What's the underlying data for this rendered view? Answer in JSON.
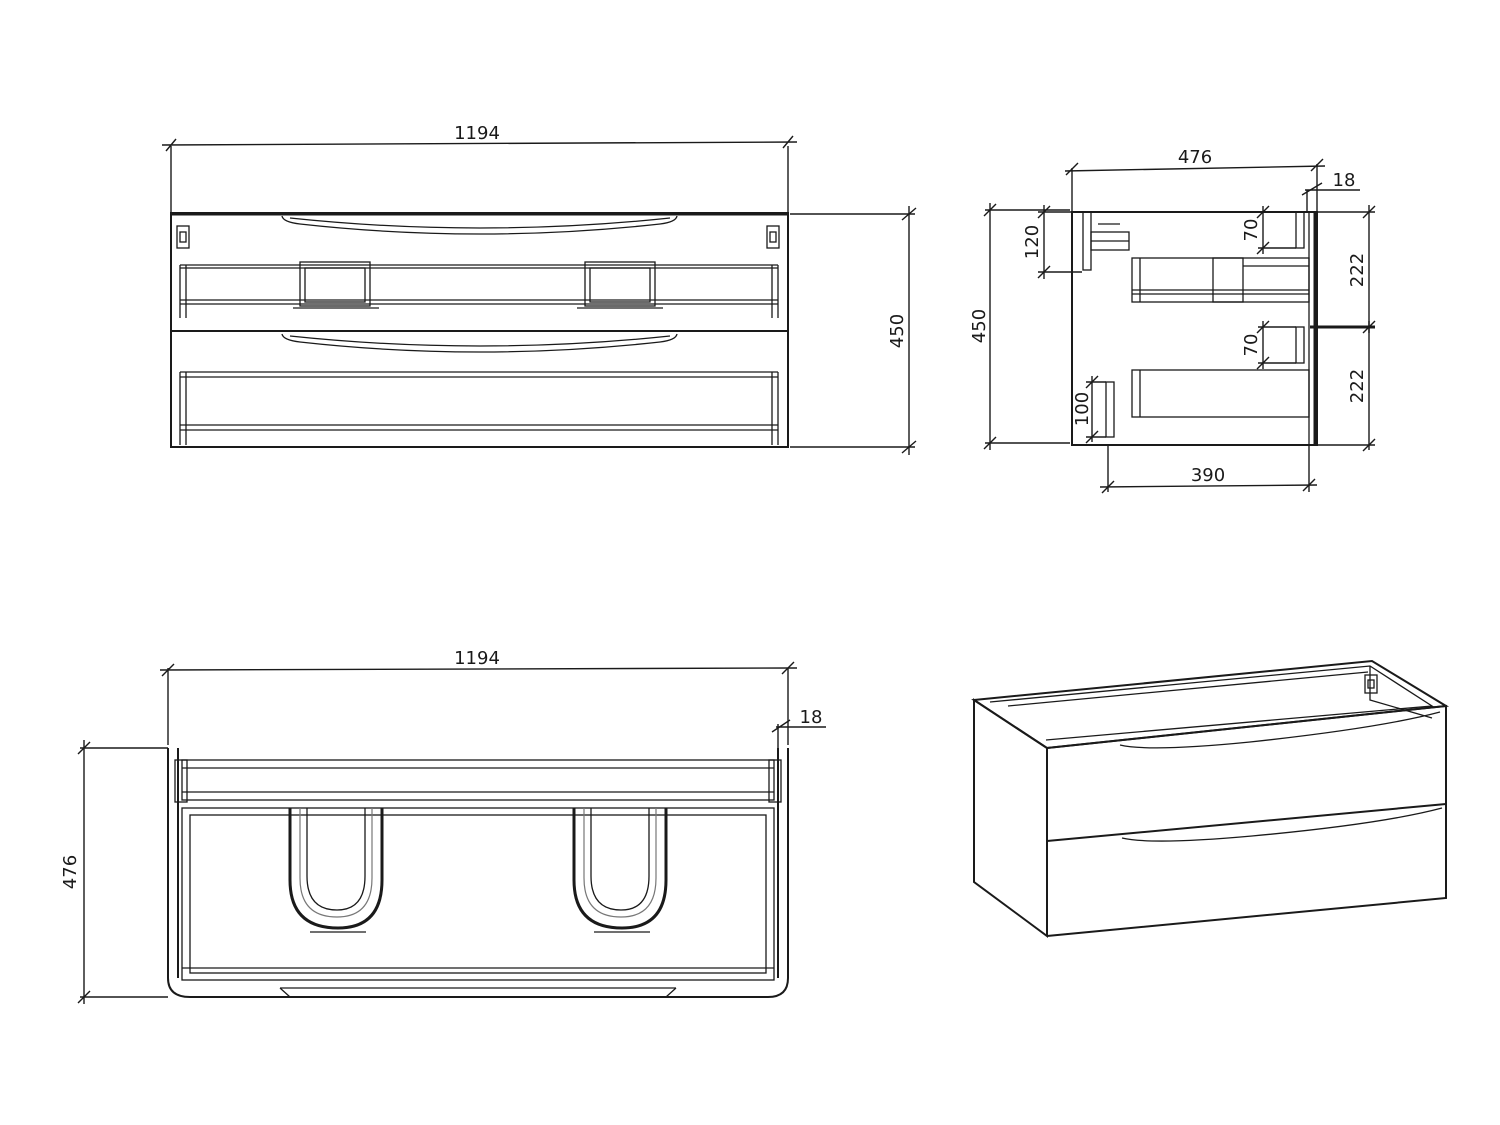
{
  "front_view": {
    "width_label": "1194",
    "height_label": "450"
  },
  "side_view": {
    "depth_label": "476",
    "panel_label": "18",
    "height_label": "450",
    "top_gap_label": "120",
    "upper_handle_label": "70",
    "lower_handle_label": "70",
    "upper_drawer_label": "222",
    "lower_drawer_label": "222",
    "base_label": "100",
    "inner_depth_label": "390"
  },
  "top_view": {
    "width_label": "1194",
    "panel_label": "18",
    "depth_label": "476"
  },
  "colors": {
    "line": "#1a1a1a",
    "background": "#ffffff"
  }
}
